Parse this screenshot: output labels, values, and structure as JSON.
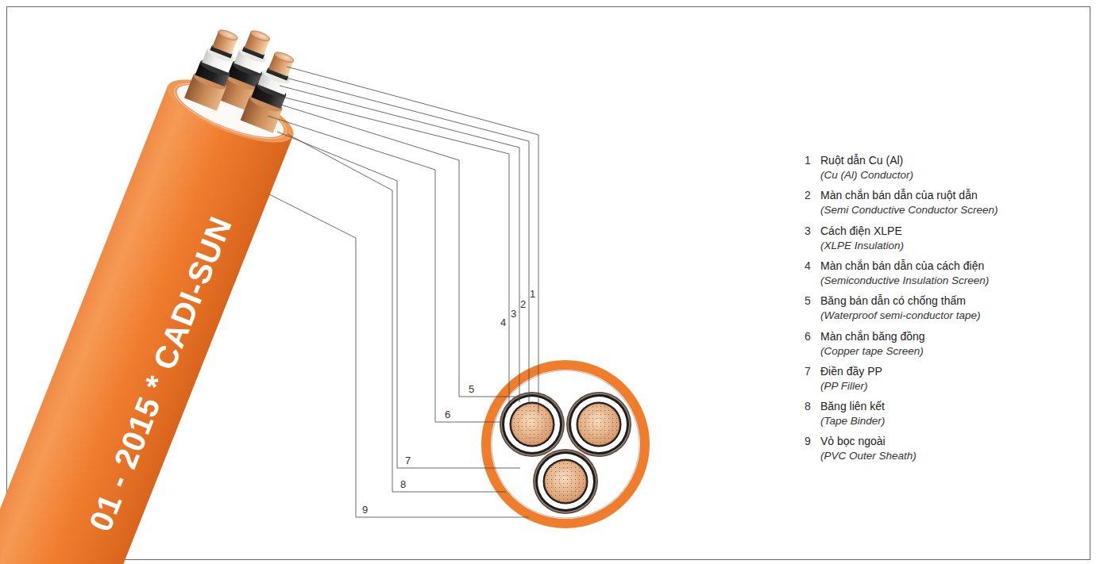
{
  "diagram": {
    "labels": [
      "01 - 2015 * CADI-SUN",
      "1",
      "2",
      "3",
      "4",
      "5",
      "6",
      "7",
      "8",
      "9",
      "1",
      "Ruột dẫn Cu (Al)",
      "(Cu (Al) Conductor)",
      "2",
      "Màn chắn bán dẫn của ruột dẫn",
      "(Semi Conductive Conductor Screen)",
      "3",
      "Cách điện XLPE",
      "(XLPE Insulation)",
      "4",
      "Màn chắn bán dẫn của cách điện",
      "(Semiconductive Insulation Screen)",
      "5",
      "Băng bán dẫn có chống thấm",
      "(Waterproof semi-conductor tape)",
      "6",
      "Màn chắn băng đồng",
      "(Copper tape Screen)",
      "7",
      "Điền đầy PP",
      "(PP Filler)",
      "8",
      "Băng liên kết",
      "(Tape Binder)",
      "9",
      "Vỏ bọc ngoài",
      "(PVC Outer Sheath)"
    ]
  }
}
